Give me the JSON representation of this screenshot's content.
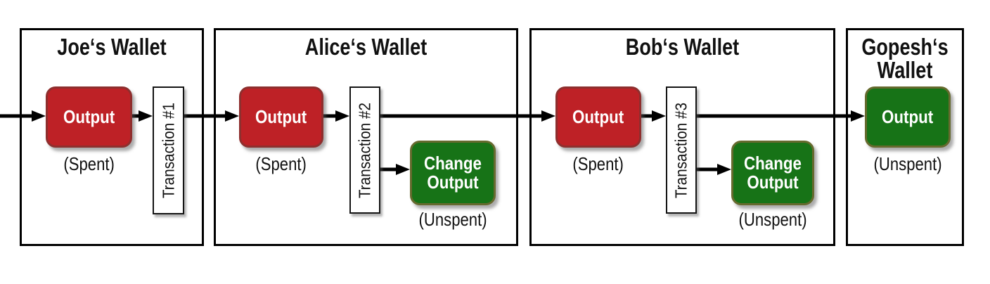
{
  "figure": {
    "type": "diagram",
    "description": "Chain of bitcoin transactions passing outputs between wallets"
  },
  "colors": {
    "spent_fill": "#be2126",
    "spent_border": "#8e2f2e",
    "unspent_fill": "#177317",
    "unspent_border": "#666a2e",
    "line": "#000000"
  },
  "wallets": [
    {
      "title": "Joe‘s Wallet",
      "output": {
        "label": "Output",
        "status": "(Spent)"
      },
      "transaction": "Transaction #1"
    },
    {
      "title": "Alice‘s Wallet",
      "output": {
        "label": "Output",
        "status": "(Spent)"
      },
      "transaction": "Transaction #2",
      "change_output": {
        "label": "Change Output",
        "status": "(Unspent)"
      }
    },
    {
      "title": "Bob‘s Wallet",
      "output": {
        "label": "Output",
        "status": "(Spent)"
      },
      "transaction": "Transaction #3",
      "change_output": {
        "label": "Change Output",
        "status": "(Unspent)"
      }
    },
    {
      "title": "Gopesh‘s Wallet",
      "output": {
        "label": "Output",
        "status": "(Unspent)"
      }
    }
  ]
}
